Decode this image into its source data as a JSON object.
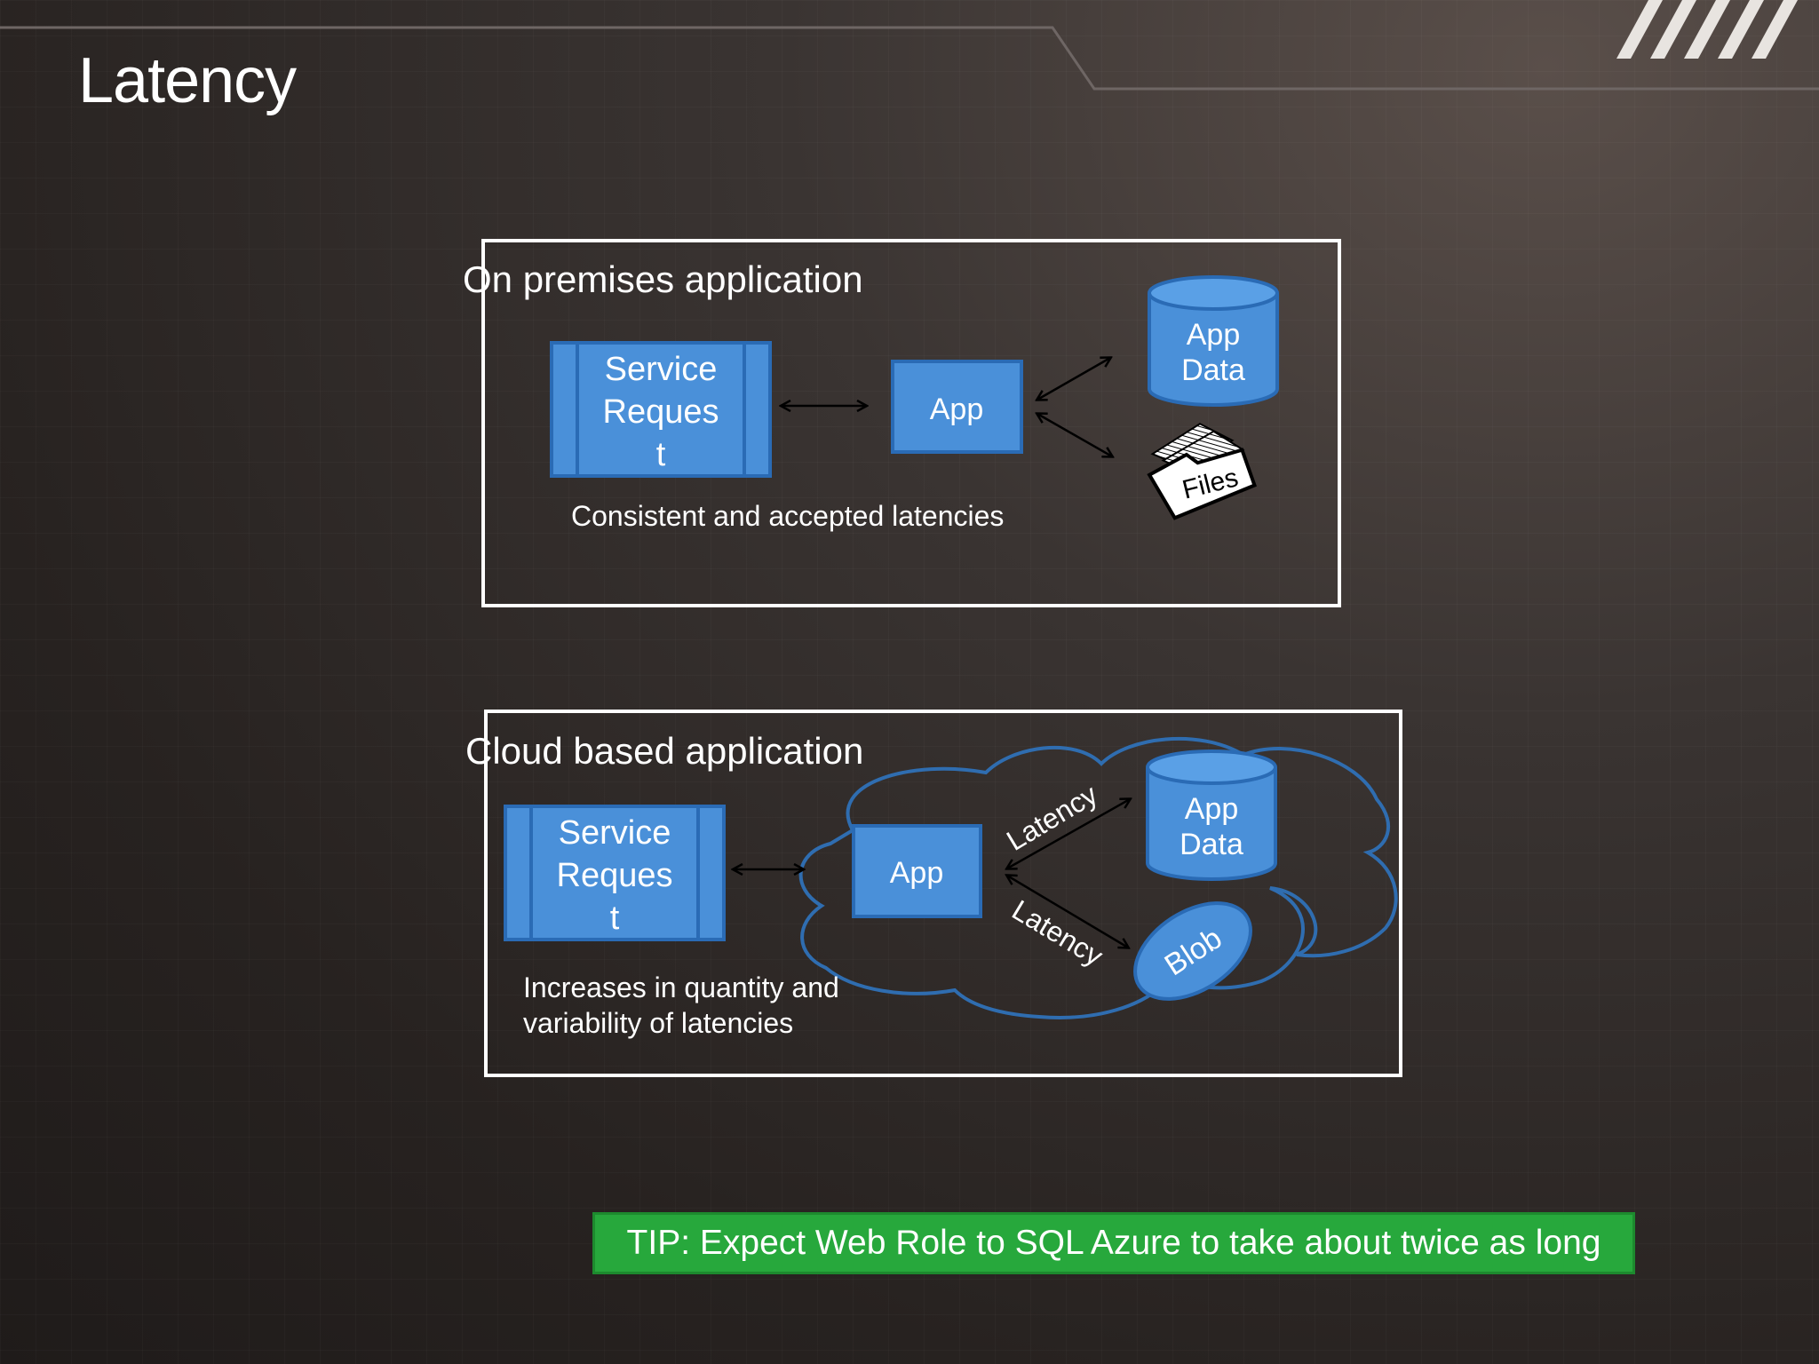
{
  "slide": {
    "title": "Latency"
  },
  "on_premises": {
    "label": "On premises application",
    "service_request": [
      "Service",
      "Reques",
      "t"
    ],
    "app": "App",
    "app_data": [
      "App",
      "Data"
    ],
    "files": "Files",
    "caption": "Consistent and accepted latencies"
  },
  "cloud": {
    "label": "Cloud based application",
    "service_request": [
      "Service",
      "Reques",
      "t"
    ],
    "app": "App",
    "app_data": [
      "App",
      "Data"
    ],
    "blob": "Blob",
    "latency_top": "Latency",
    "latency_bottom": "Latency",
    "caption": [
      "Increases in quantity and",
      "variability of latencies"
    ]
  },
  "tip": "TIP: Expect Web Role to SQL Azure to take about twice as long",
  "colors": {
    "box_blue": "#4a90d9",
    "box_border": "#2a6bb5",
    "cloud_outline": "#2f6db0",
    "tip_green": "#27a83c"
  }
}
